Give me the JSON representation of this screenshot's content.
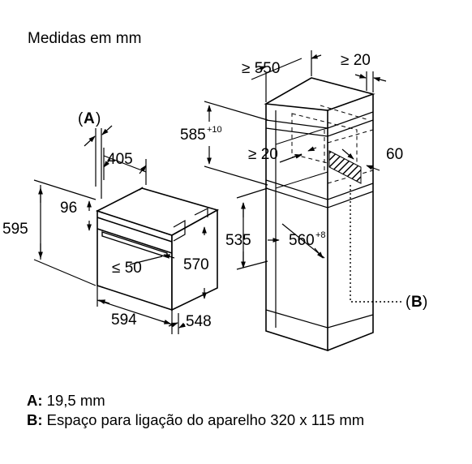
{
  "title": "Medidas em mm",
  "oven": {
    "a_label": "A",
    "dim_405": "405",
    "dim_96": "96",
    "dim_595": "595",
    "dim_le50": "≤ 50",
    "dim_570": "570",
    "dim_594": "594",
    "dim_548": "548"
  },
  "cabinet": {
    "dim_550": "≥ 550",
    "dim_20_top": "≥ 20",
    "dim_585": "585",
    "dim_585_sup": "+10",
    "dim_20_mid": "≥ 20",
    "dim_60": "60",
    "dim_535": "535",
    "dim_560": "560",
    "dim_560_sup": "+8",
    "b_label": "B"
  },
  "legend": {
    "a_key": "A:",
    "a_text": "19,5 mm",
    "b_key": "B:",
    "b_text": "Espaço para ligação do aparelho 320 x 115 mm"
  }
}
